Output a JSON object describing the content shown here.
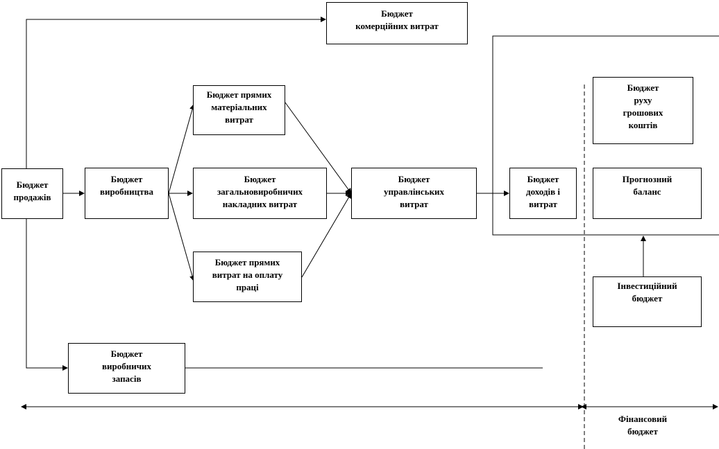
{
  "boxes": {
    "sales": "Бюджет\nпродажів",
    "commercial": "Бюджет\nкомерційних витрат",
    "production": "Бюджет\nвиробництва",
    "direct_materials": "Бюджет прямих\nматеріальних\nвитрат",
    "overhead": "Бюджет\nзагальновиробничих\nнакладних витрат",
    "direct_labor": "Бюджет прямих\nвитрат на оплату\nпраці",
    "administrative": "Бюджет\nуправлінських\nвитрат",
    "income_expenses": "Бюджет\nдоходів і\nвитрат",
    "cash_flow": "Бюджет\nруху\nгрошових\nкоштів",
    "forecast_balance": "Прогнозний\nбаланс",
    "investment": "Інвестиційний\nбюджет",
    "inventory": "Бюджет\nвиробничих\nзапасів"
  },
  "labels": {
    "financial_budget": "Фінансовий\nбюджет"
  }
}
